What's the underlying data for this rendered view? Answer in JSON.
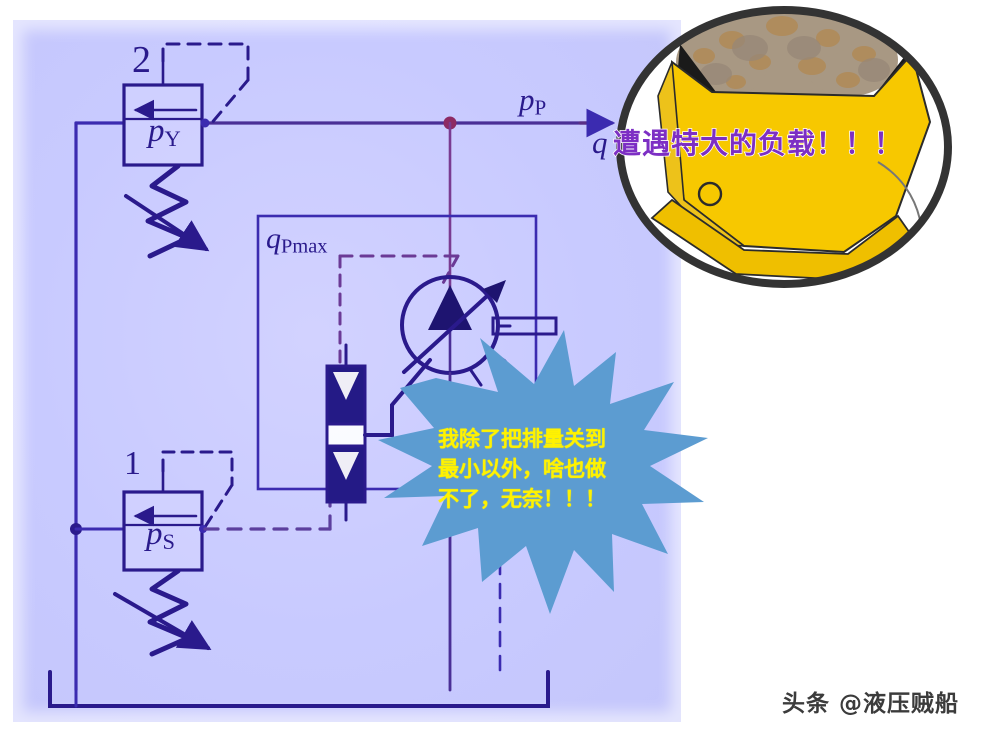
{
  "figure": {
    "type": "hydraulic-circuit-schematic",
    "background_color": "#c9cbff",
    "line_color": "#2a1a8c"
  },
  "labels": {
    "valve2_number": "2",
    "valve2_name": "p",
    "valve2_sub": "Y",
    "valve1_number": "1",
    "valve1_name": "p",
    "valve1_sub": "S",
    "pressure_p": "p",
    "pressure_p_sub": "P",
    "flow_q": "q",
    "qmax_name": "q",
    "qmax_sub": "Pmax"
  },
  "inset": {
    "name": "excavator-bucket-photo",
    "caption": "遭遇特大的负载！！！",
    "caption_color": "#7d2fc4",
    "ring_color": "#333333",
    "bucket_color": "#f7c800",
    "bucket_dark": "#e0a900",
    "rock_color": "#a89883",
    "rock_shadow": "#b08a55"
  },
  "callout": {
    "name": "pump-speech-burst",
    "fill_color": "#5c9cd1",
    "text_color": "#FFF200",
    "lines": [
      "我除了把排量关到",
      "最小以外，啥也做",
      "不了，无奈！！！"
    ]
  },
  "watermark": {
    "text": "头条 @液压贼船"
  }
}
